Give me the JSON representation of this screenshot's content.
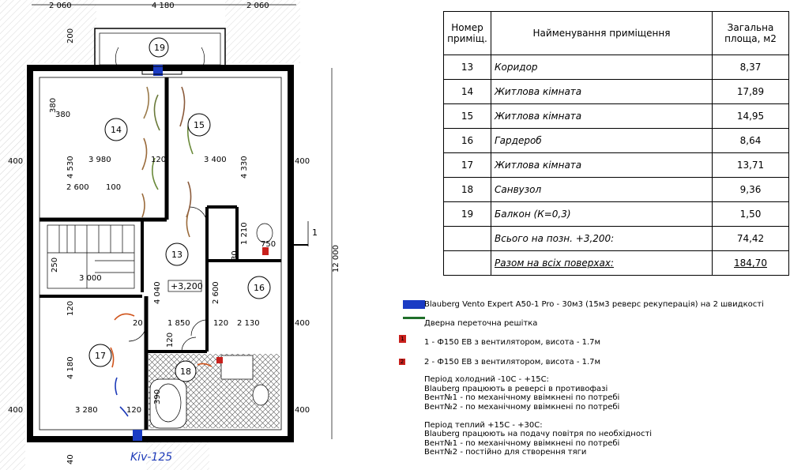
{
  "plan": {
    "top_dims": [
      "2 060",
      "4 180",
      "2 060"
    ],
    "rooms": [
      {
        "num": "19"
      },
      {
        "num": "14"
      },
      {
        "num": "15"
      },
      {
        "num": "13"
      },
      {
        "num": "16"
      },
      {
        "num": "17"
      },
      {
        "num": "18"
      }
    ],
    "dims": {
      "d380a": "380",
      "d380b": "380",
      "d4530": "4 530",
      "d3980": "3 980",
      "d120a": "120",
      "d3400": "3 400",
      "d4330": "4 330",
      "d2600": "2 600",
      "d100": "100",
      "d400l": "400",
      "d400r": "400",
      "d1210": "1 210",
      "d30": "30",
      "d750": "750",
      "d250": "250",
      "d3000": "3 000",
      "d4040": "4 040",
      "d2600b": "2 600",
      "d120b": "120",
      "d20": "20",
      "d1850": "1 850",
      "d120c": "120",
      "d2130": "2 130",
      "d120d": "120",
      "d4180": "4 180",
      "d400bl": "400",
      "d3280": "3 280",
      "d120e": "120",
      "d400br": "400",
      "d12000": "12 000",
      "d390": "390",
      "d400s": "400",
      "d40": "40",
      "d1": "1",
      "d200": "200"
    },
    "level_mark": "+3,200",
    "section_mark": "1",
    "handwritten": "Kiv-125"
  },
  "table": {
    "headers": {
      "num_line1": "Номер",
      "num_line2": "приміщ.",
      "name": "Найменування приміщення",
      "area_line1": "Загальна",
      "area_line2": "площа, м2"
    },
    "rows": [
      {
        "num": "13",
        "name": "Коридор",
        "area": "8,37"
      },
      {
        "num": "14",
        "name": "Житлова кімната",
        "area": "17,89"
      },
      {
        "num": "15",
        "name": "Житлова кімната",
        "area": "14,95"
      },
      {
        "num": "16",
        "name": "Гардероб",
        "area": "8,64"
      },
      {
        "num": "17",
        "name": "Житлова кімната",
        "area": "13,71"
      },
      {
        "num": "18",
        "name": "Санвузол",
        "area": "9,36"
      },
      {
        "num": "19",
        "name": "Балкон (К=0,3)",
        "area": "1,50"
      }
    ],
    "subtotal": {
      "name": "Всього на позн. +3,200:",
      "area": "74,42"
    },
    "total": {
      "name": "Разом на всіх поверхах:",
      "area": "184,70"
    }
  },
  "legend": {
    "colors": {
      "blauberg": "#1b3cc4",
      "grille": "#1f6f2a",
      "fan": "#c8201c"
    },
    "blauberg": "Blauberg Vento Expert A50-1 Pro - 30м3 (15м3 реверс рекуперація) на 2 швидкості",
    "grille": "Дверна переточна решітка",
    "fan1_num": "1",
    "fan1": "1 - Ф150 ЕВ з вентилятором, висота - 1.7м",
    "fan2_num": "2",
    "fan2": "2 - Ф150 ЕВ з вентилятором, висота - 1.7м"
  },
  "notes": [
    "Період холодний -10С - +15С:",
    "Blauberg працюють в реверсі в противофазі",
    "Вент№1 - по механічному ввімкнені по потребі",
    "Вент№2 - по механічному ввімкнені по потребі",
    "",
    "Період теплий +15С - +30С:",
    "Blauberg працюють на подачу повітря по необхідності",
    "Вент№1 - по механічному ввімкнені по потребі",
    "Вент№2 - постійно для створення тяги"
  ]
}
